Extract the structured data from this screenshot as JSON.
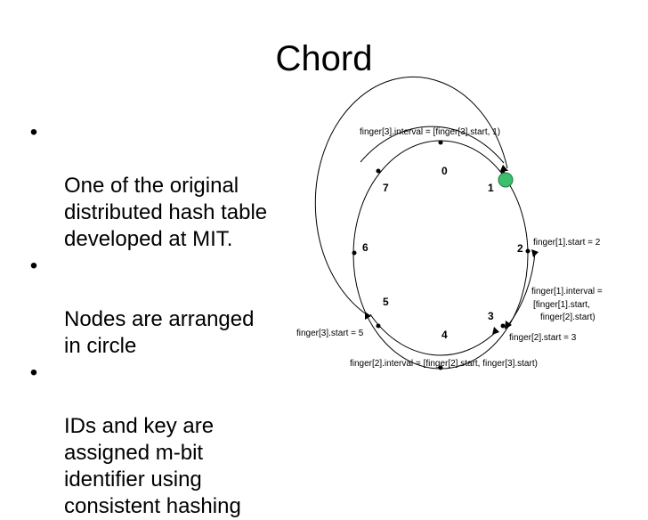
{
  "slide": {
    "title": "Chord",
    "bullets": [
      {
        "symbol": "•",
        "text": "One of the original\ndistributed hash table\ndeveloped at MIT."
      },
      {
        "symbol": "•",
        "text": "Nodes are arranged\nin circle"
      },
      {
        "symbol": "•",
        "text": "IDs and key are\nassigned m-bit\nidentifier using\nconsistent hashing"
      }
    ]
  },
  "diagram": {
    "ring_ids": [
      "0",
      "1",
      "2",
      "3",
      "4",
      "5",
      "6",
      "7"
    ],
    "highlighted_node": "1",
    "node_color": "#3dbf6f",
    "labels": {
      "finger3_interval": "finger[3].interval = [finger[3].start, 1)",
      "finger1_start": "finger[1].start = 2",
      "finger1_interval_l1": "finger[1].interval =",
      "finger1_interval_l2": "[finger[1].start,",
      "finger1_interval_l3": "finger[2].start)",
      "finger2_start": "finger[2].start = 3",
      "finger3_start": "finger[3].start = 5",
      "finger2_interval": "finger[2].interval = [finger[2].start, finger[3].start)"
    }
  }
}
